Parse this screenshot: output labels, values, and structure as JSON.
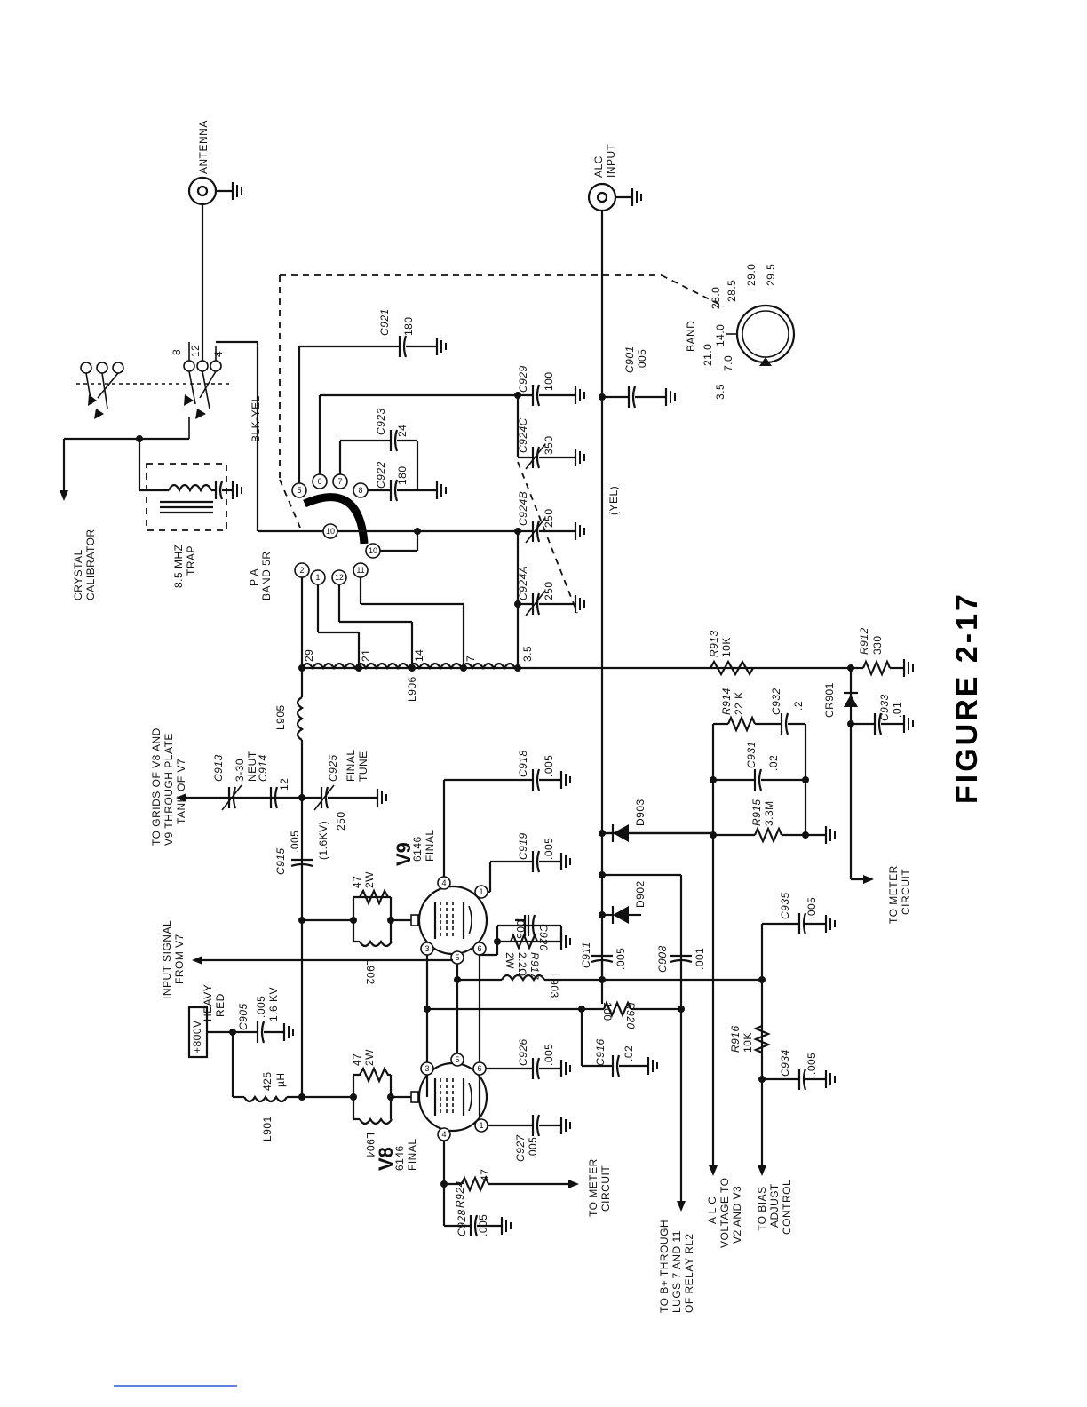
{
  "figure": {
    "title": "FIGURE 2-17"
  },
  "connectors": {
    "antenna": "ANTENNA",
    "alc_input_1": "ALC",
    "alc_input_2": "INPUT"
  },
  "labels": {
    "crystal_cal_1": "CRYSTAL",
    "crystal_cal_2": "CALIBRATOR",
    "trap_1": "8.5 MHZ",
    "trap_2": "TRAP",
    "pa_band_1": "P A",
    "pa_band_2": "BAND 5R",
    "blk_yel": "BLK-YEL",
    "yel": "(YEL)",
    "band": "BAND",
    "grids_1": "TO GRIDS OF V8 AND",
    "grids_2": "V9 THROUGH PLATE",
    "grids_3": "TANK OF V7",
    "input_1": "INPUT SIGNAL",
    "input_2": "FROM V7",
    "b800": "+800V",
    "heavy_1": "HEAVY",
    "heavy_2": "RED",
    "meter_left_1": "TO METER",
    "meter_left_2": "CIRCUIT",
    "meter_right_1": "TO METER",
    "meter_right_2": "CIRCUIT",
    "bplus_1": "TO B+ THROUGH",
    "bplus_2": "LUGS 7 AND 11",
    "bplus_3": "OF RELAY RL2",
    "alc_1": "A L C",
    "alc_2": "VOLTAGE TO",
    "alc_3": "V2 AND V3",
    "bias_1": "TO BIAS",
    "bias_2": "ADJUST",
    "bias_3": "CONTROL"
  },
  "band_positions": [
    "3.5",
    "7.0",
    "14.0",
    "21.0",
    "28.0",
    "28.5",
    "29.0",
    "29.5"
  ],
  "switch_pins": {
    "p8": "8",
    "p12": "12",
    "p4": "4",
    "p5": "5",
    "p6": "6",
    "p7": "7",
    "p8b": "8",
    "p10a": "10",
    "p10b": "10",
    "p2": "2",
    "p1": "1",
    "p12b": "12",
    "p11": "11"
  },
  "taps": {
    "t29": "29",
    "t21": "21",
    "t14": "14",
    "t7": "7",
    "t35": "3.5"
  },
  "tubes": {
    "v9": {
      "name": "V9",
      "type": "6146",
      "role": "FINAL"
    },
    "v8": {
      "name": "V8",
      "type": "6146",
      "role": "FINAL"
    },
    "pins": {
      "p1": "1",
      "p3": "3",
      "p4": "4",
      "p5": "5",
      "p6": "6"
    }
  },
  "components": {
    "c921": {
      "ref": "C921",
      "val": "180"
    },
    "c929": {
      "ref": "C929",
      "val": "100"
    },
    "c923": {
      "ref": "C923",
      "val": "24"
    },
    "c922": {
      "ref": "C922",
      "val": "180"
    },
    "c924c": {
      "ref": "C924C",
      "val": "350"
    },
    "c924b": {
      "ref": "C924B",
      "val": "250"
    },
    "c924a": {
      "ref": "C924A",
      "val": "250"
    },
    "c901": {
      "ref": "C901",
      "val": ".005"
    },
    "r913": {
      "ref": "R913",
      "val": "10K"
    },
    "r912": {
      "ref": "R912",
      "val": "330"
    },
    "r914": {
      "ref": "R914",
      "val": "22 K"
    },
    "c932": {
      "ref": "C932",
      "val": ".2"
    },
    "c931": {
      "ref": "C931",
      "val": ".02"
    },
    "r915": {
      "ref": "R915",
      "val": "3.3M"
    },
    "cr901": {
      "ref": "CR901"
    },
    "c933": {
      "ref": "C933",
      "val": ".01"
    },
    "l905": {
      "ref": "L905"
    },
    "l906": {
      "ref": "L906"
    },
    "c913": {
      "ref": "C913",
      "val": "3-30",
      "val2": "NEUT"
    },
    "c914": {
      "ref": "C914",
      "val": "12"
    },
    "c925": {
      "ref": "C925",
      "val": "250",
      "val2": "FINAL",
      "val3": "TUNE"
    },
    "c915": {
      "ref": "C915",
      "val": ".005",
      "val2": "(1.6KV)"
    },
    "c918": {
      "ref": "C918",
      "val": ".005"
    },
    "c919": {
      "ref": "C919",
      "val": ".005"
    },
    "d903": {
      "ref": "D903"
    },
    "d902": {
      "ref": "D902"
    },
    "r_l902": {
      "val": "47",
      "val2": "2W"
    },
    "l902": {
      "ref": "L902"
    },
    "c920": {
      "ref": "C920",
      "val": ".005"
    },
    "r917": {
      "ref": "R917",
      "val": "2.2Ω",
      "val2": "2W"
    },
    "c911": {
      "ref": "C911",
      "val": ".005"
    },
    "c908": {
      "ref": "C908",
      "val": ".001"
    },
    "c935": {
      "ref": "C935",
      "val": ".005"
    },
    "l903": {
      "ref": "L903"
    },
    "c905": {
      "ref": "C905",
      "val": ".005",
      "val2": "1.6 KV"
    },
    "r920": {
      "ref": "R920",
      "val": "100"
    },
    "l901": {
      "ref": "L901",
      "val": "425",
      "val2": "µH"
    },
    "r_l904": {
      "val": "47",
      "val2": "2W"
    },
    "l904": {
      "ref": "L904"
    },
    "c926": {
      "ref": "C926",
      "val": ".005"
    },
    "c916": {
      "ref": "C916",
      "val": ".02"
    },
    "r916": {
      "ref": "R916",
      "val": "10K"
    },
    "c934": {
      "ref": "C934",
      "val": ".005"
    },
    "c927": {
      "ref": "C927",
      "val": ".005"
    },
    "r924": {
      "ref": "R924",
      "val": "47"
    },
    "c928": {
      "ref": "C928",
      "val": ".005"
    }
  }
}
